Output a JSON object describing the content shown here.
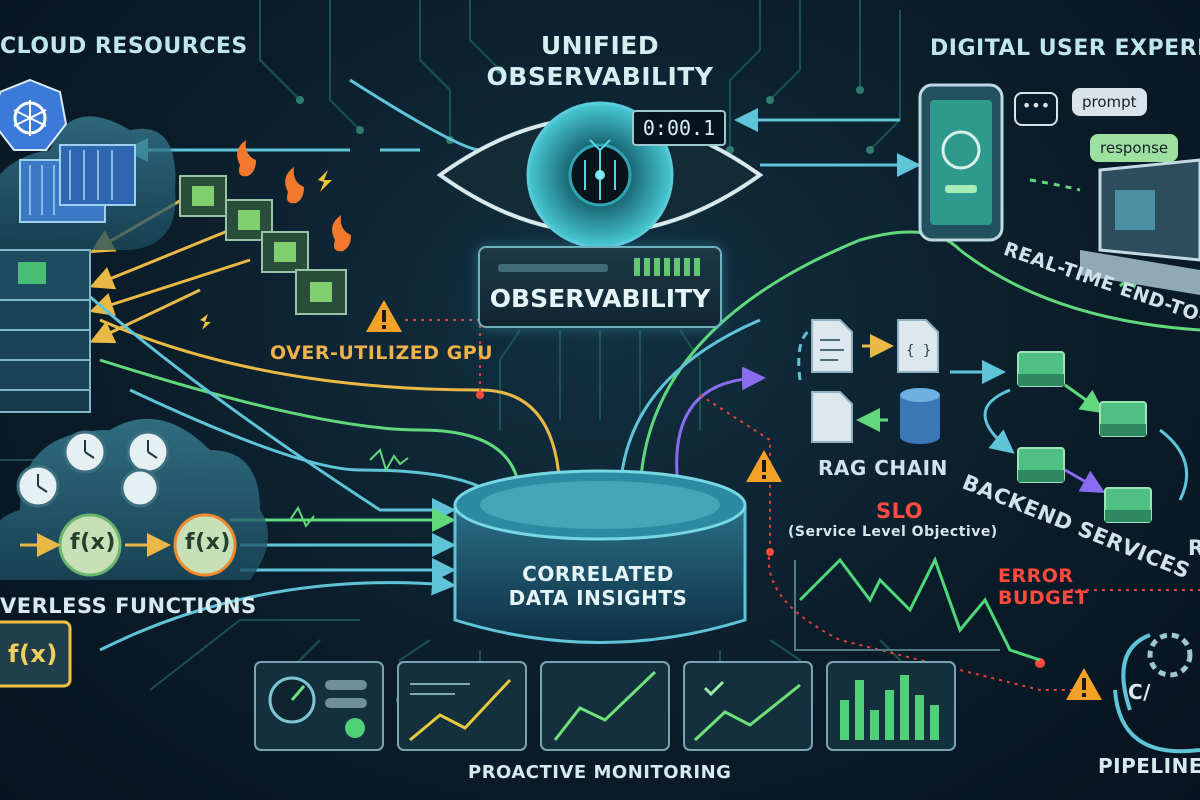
{
  "labels": {
    "cloud_resources": "CLOUD RESOURCES",
    "unified_observability_line1": "UNIFIED",
    "unified_observability_line2": "OBSERVABILITY",
    "digital_user_experience": "DIGITAL USER EXPERI",
    "timer": "0:00.1",
    "observability_box": "OBSERVABILITY",
    "prompt": "prompt",
    "response": "response",
    "real_time": "REAL-TIME END-TO-END",
    "over_utilized_gpu": "OVER-UTILIZED GPU",
    "rag_chain": "RAG CHAIN",
    "backend_services": "BACKEND SERVICES",
    "r_fragment": "R",
    "slo": "SLO",
    "slo_full": "(Service Level Objective)",
    "error_budget": "ERROR BUDGET",
    "correlated_line1": "CORRELATED",
    "correlated_line2": "DATA INSIGHTS",
    "serverless_functions": "VERLESS FUNCTIONS",
    "proactive_monitoring": "PROACTIVE MONITORING",
    "pipeline": "PIPELINE",
    "fx": "f(x)",
    "code": "C/",
    "braces": "{ }"
  },
  "colors": {
    "background": "#0b1d2a",
    "teal": "#3fc7d6",
    "green": "#56d47a",
    "gold": "#e9b845",
    "purple": "#8a6cf0",
    "alert": "#ff4a3d",
    "orange": "#f0a23a"
  },
  "icons": [
    "kubernetes-icon",
    "container-icon",
    "server-rack-icon",
    "gpu-chip-icon",
    "fire-icon",
    "warning-icon",
    "eye-icon",
    "clock-icon",
    "function-icon",
    "smartphone-icon",
    "laptop-icon",
    "chat-icon",
    "document-icon",
    "database-icon",
    "cube-icon",
    "gauge-icon",
    "trend-chart-icon",
    "bar-chart-icon",
    "gear-icon"
  ]
}
